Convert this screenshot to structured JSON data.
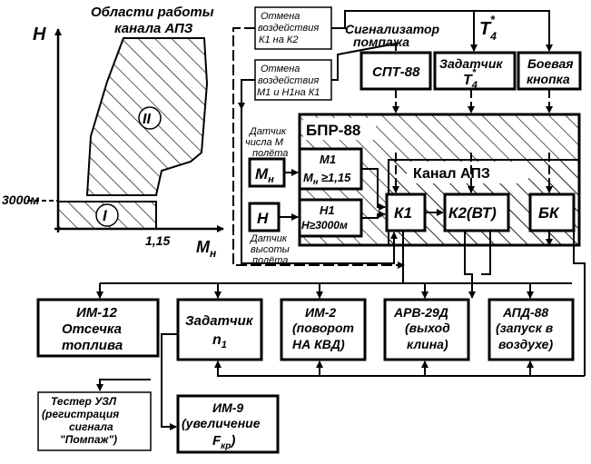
{
  "graph": {
    "title_line1": "Области работы",
    "title_line2": "канала АПЗ",
    "y_axis": "H",
    "x_axis": "M",
    "x_axis_sub": "н",
    "y_mark": "3000м",
    "x_mark": "1,15",
    "region_1": "I",
    "region_2": "II"
  },
  "top": {
    "cancel1_line1": "Отмена",
    "cancel1_line2": "воздействия",
    "cancel1_line3": "К1  на   К2",
    "cancel2_line1": "Отмена",
    "cancel2_line2": "воздействия",
    "cancel2_line3": "М1 и Н1на К1",
    "signal_line1": "Сигнализатор",
    "signal_line2": "помпажа",
    "t4": "T",
    "t4_sub": "4",
    "t4_sup": "*",
    "spt": "СПТ-88",
    "setter_line1": "Задатчик",
    "setter_t": "T",
    "setter_sub": "4",
    "setter_sup": "*",
    "battle_line1": "Боевая",
    "battle_line2": "кнопка"
  },
  "bpr": {
    "title": "БПР-88",
    "channel": "Канал   АПЗ",
    "m1_label": "М1",
    "m1_cond_m": "М",
    "m1_cond_sub": "н",
    "m1_cond_rest": " ≥1,15",
    "h1_label": "Н1",
    "h1_cond": "Н≥3000м",
    "k1": "К1",
    "k2": "К2(ВТ)",
    "bk": "БК"
  },
  "sensors": {
    "m_box": "М",
    "m_box_sub": "н",
    "h_box": "Н",
    "m_label_line1": "Датчик",
    "m_label_line2": "числа М",
    "m_label_line3": "полёта",
    "h_label_line1": "Датчик",
    "h_label_line2": "высоты",
    "h_label_line3": "полёта"
  },
  "outputs": {
    "im12_line1": "ИМ-12",
    "im12_line2": "Отсечка",
    "im12_line3": "топлива",
    "zad_line1": "Задатчик",
    "zad_n": "n",
    "zad_sub": "1",
    "im2_line1": "ИМ-2",
    "im2_line2": "(поворот",
    "im2_line3": "НА КВД)",
    "arv_line1": "АРВ-29Д",
    "arv_line2": "(выход",
    "arv_line3": "клина)",
    "apd_line1": "АПД-88",
    "apd_line2": "(запуск в",
    "apd_line3": "воздухе)",
    "tester_line1": "Тестер УЗЛ",
    "tester_line2": "(регистрация",
    "tester_line3": "сигнала",
    "tester_line4": "\"Помпаж\")",
    "im9_line1": "ИМ-9",
    "im9_line2": "(увеличение",
    "im9_f": "F",
    "im9_sub": "кр",
    "im9_close": ")"
  }
}
